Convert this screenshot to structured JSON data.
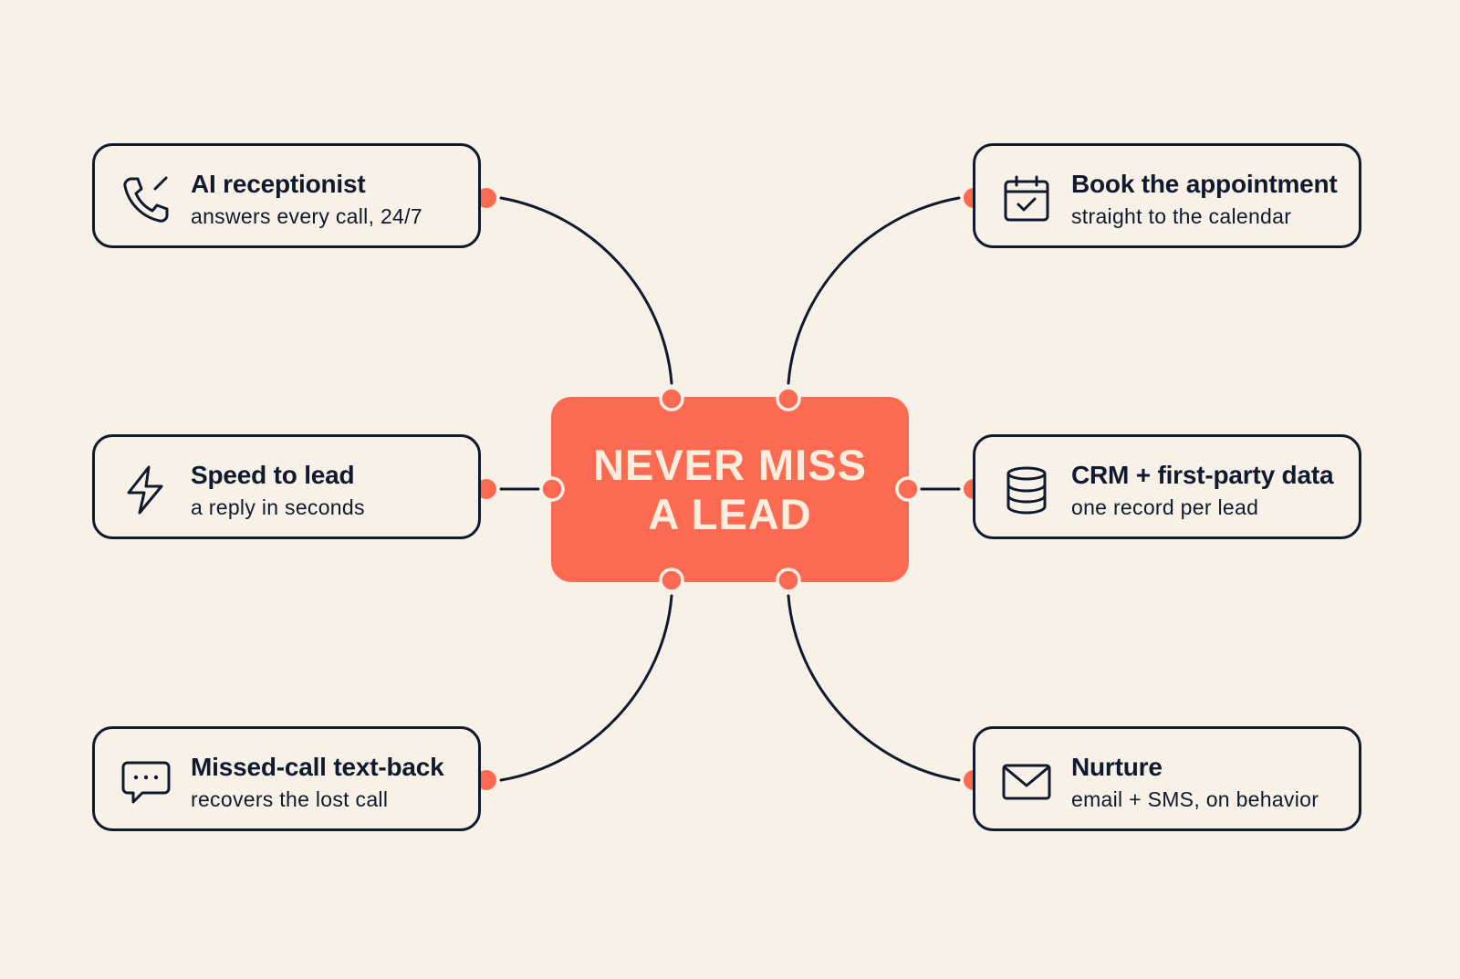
{
  "hub": {
    "line1": "NEVER MISS",
    "line2": "A LEAD"
  },
  "nodes": {
    "ai_receptionist": {
      "title": "AI receptionist",
      "subtitle": "answers every call, 24/7",
      "icon": "phone-icon"
    },
    "speed_to_lead": {
      "title": "Speed to lead",
      "subtitle": "a reply in seconds",
      "icon": "lightning-icon"
    },
    "missed_call": {
      "title": "Missed-call text-back",
      "subtitle": "recovers the lost call",
      "icon": "chat-bubble-icon"
    },
    "book_appointment": {
      "title": "Book the appointment",
      "subtitle": "straight to the calendar",
      "icon": "calendar-check-icon"
    },
    "crm": {
      "title": "CRM + first-party data",
      "subtitle": "one record per lead",
      "icon": "database-icon"
    },
    "nurture": {
      "title": "Nurture",
      "subtitle": "email + SMS, on behavior",
      "icon": "envelope-icon"
    }
  },
  "colors": {
    "background": "#f8f1e7",
    "accent": "#fc6a52",
    "ink": "#0f1a2e",
    "hub_text": "#fbeede"
  }
}
